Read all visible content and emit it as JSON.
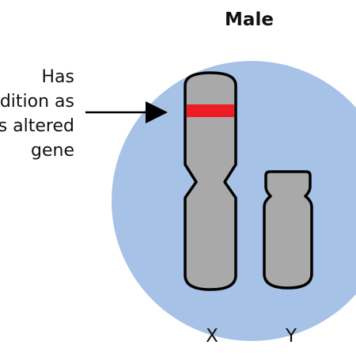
{
  "title": "Male",
  "annotation": {
    "lines": [
      "Has",
      "dition as",
      "s altered",
      "gene"
    ]
  },
  "chromosomes": {
    "x_label": "X",
    "y_label": "Y"
  },
  "colors": {
    "cell_fill": "#a6c2e6",
    "chromosome_fill": "#a9a9a9",
    "chromosome_outline": "#000000",
    "altered_gene_band": "#ee1c25",
    "arrow": "#000000"
  }
}
